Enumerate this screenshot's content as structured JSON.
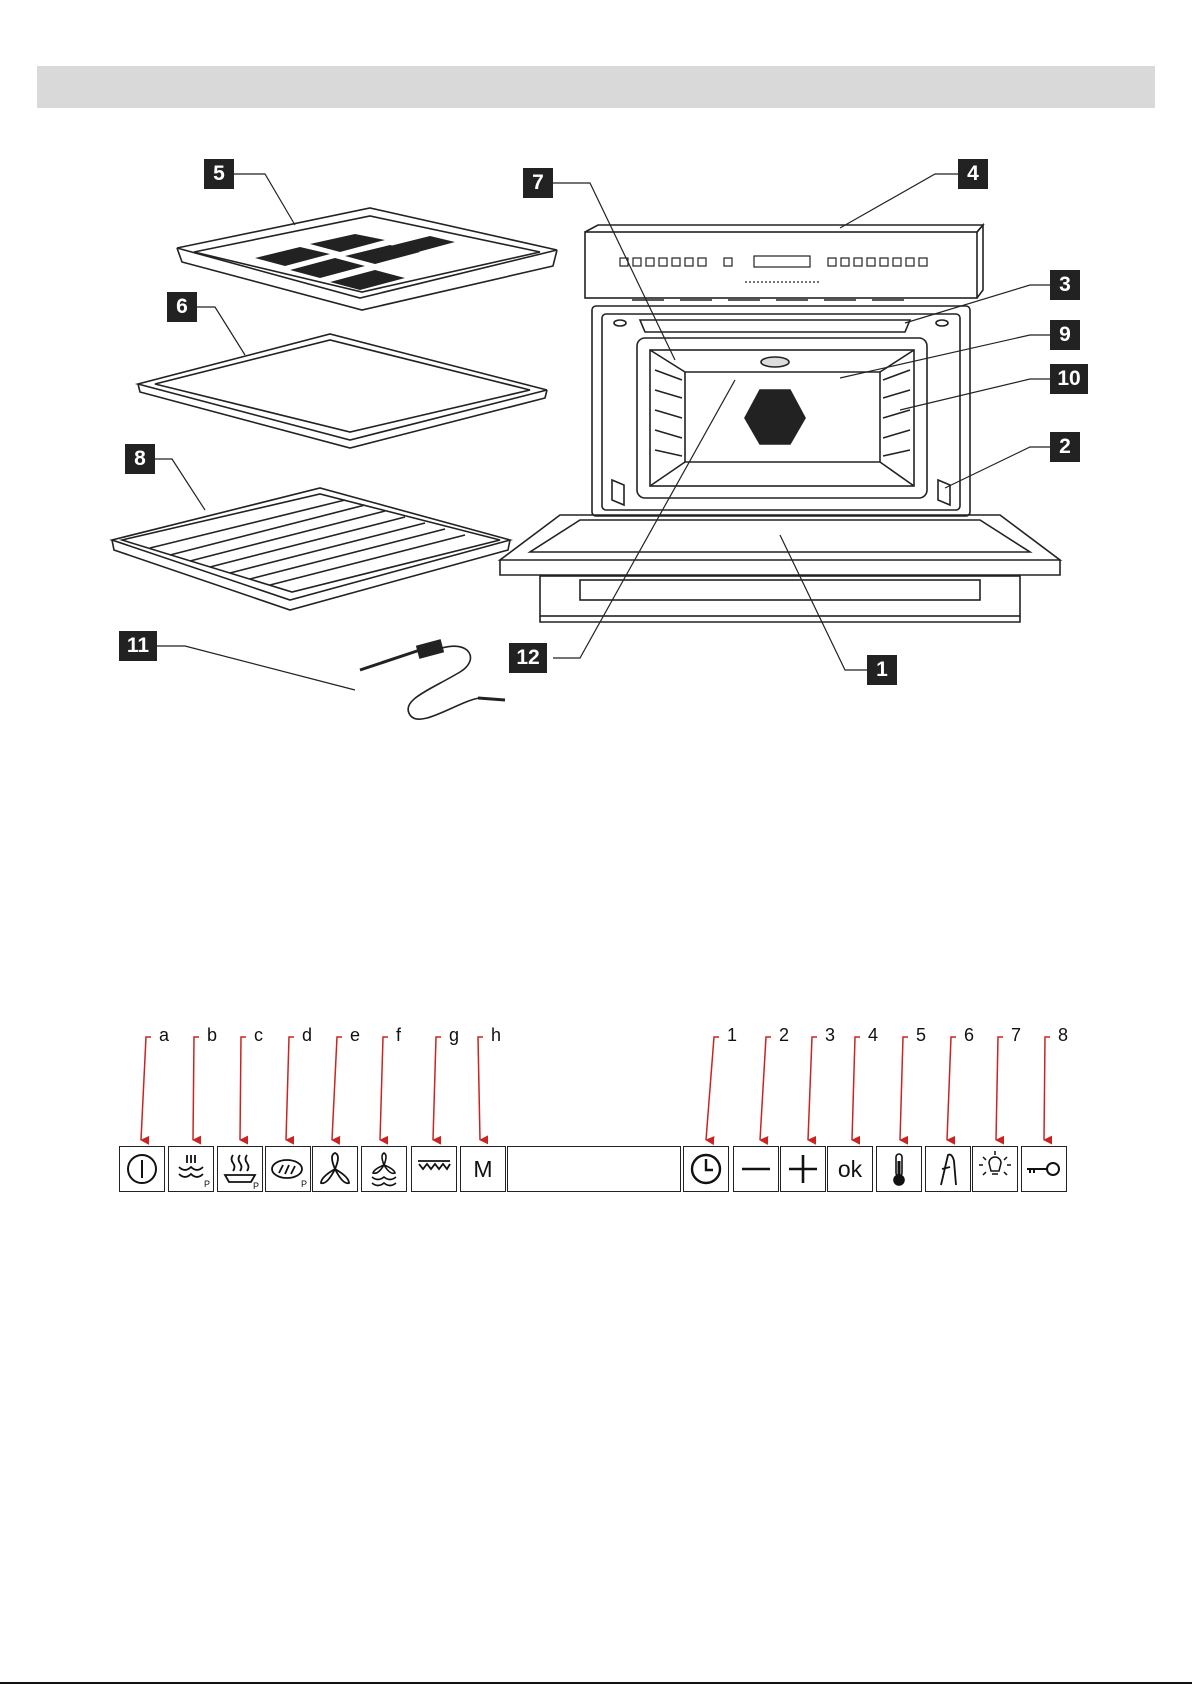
{
  "callouts": {
    "c1": "1",
    "c2": "2",
    "c3": "3",
    "c4": "4",
    "c5": "5",
    "c6": "6",
    "c7": "7",
    "c8": "8",
    "c9": "9",
    "c10": "10",
    "c11": "11",
    "c12": "12"
  },
  "panel": {
    "left_labels": [
      "a",
      "b",
      "c",
      "d",
      "e",
      "f",
      "g",
      "h"
    ],
    "right_labels": [
      "1",
      "2",
      "3",
      "4",
      "5",
      "6",
      "7",
      "8"
    ],
    "buttons_left": [
      {
        "icon": "power-icon"
      },
      {
        "icon": "steam-p-icon",
        "sub": "P"
      },
      {
        "icon": "steam-tray-p-icon",
        "sub": "P"
      },
      {
        "icon": "bread-p-icon",
        "sub": "P"
      },
      {
        "icon": "fan-icon"
      },
      {
        "icon": "fan-steam-icon"
      },
      {
        "icon": "grill-icon"
      },
      {
        "icon": "memory-icon",
        "text": "M"
      }
    ],
    "buttons_right": [
      {
        "icon": "clock-icon"
      },
      {
        "icon": "minus-icon"
      },
      {
        "icon": "plus-icon"
      },
      {
        "icon": "ok-icon",
        "text": "ok"
      },
      {
        "icon": "thermometer-icon"
      },
      {
        "icon": "probe-icon"
      },
      {
        "icon": "light-icon"
      },
      {
        "icon": "key-lock-icon"
      }
    ],
    "arrow_color": "#cc2222"
  }
}
